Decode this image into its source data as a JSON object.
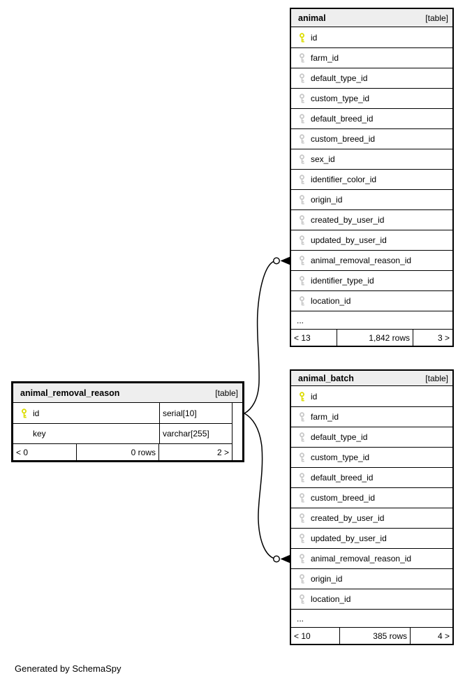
{
  "note": "Generated by SchemaSpy",
  "colors": {
    "header_bg": "#eeeeee",
    "primary_key": "#dcdc00",
    "foreign_key": "#c8c8c8",
    "border": "#000000",
    "edge": "#000000"
  },
  "tables": {
    "animal": {
      "title": "animal",
      "badge": "[table]",
      "columns": [
        {
          "name": "id",
          "icon": "primary-key-icon"
        },
        {
          "name": "farm_id",
          "icon": "foreign-key-icon"
        },
        {
          "name": "default_type_id",
          "icon": "foreign-key-icon"
        },
        {
          "name": "custom_type_id",
          "icon": "foreign-key-icon"
        },
        {
          "name": "default_breed_id",
          "icon": "foreign-key-icon"
        },
        {
          "name": "custom_breed_id",
          "icon": "foreign-key-icon"
        },
        {
          "name": "sex_id",
          "icon": "foreign-key-icon"
        },
        {
          "name": "identifier_color_id",
          "icon": "foreign-key-icon"
        },
        {
          "name": "origin_id",
          "icon": "foreign-key-icon"
        },
        {
          "name": "created_by_user_id",
          "icon": "foreign-key-icon"
        },
        {
          "name": "updated_by_user_id",
          "icon": "foreign-key-icon"
        },
        {
          "name": "animal_removal_reason_id",
          "icon": "foreign-key-icon"
        },
        {
          "name": "identifier_type_id",
          "icon": "foreign-key-icon"
        },
        {
          "name": "location_id",
          "icon": "foreign-key-icon"
        }
      ],
      "ellipsis": "...",
      "footer": {
        "left": "< 13",
        "center": "1,842 rows",
        "right": "3 >"
      }
    },
    "animal_removal_reason": {
      "title": "animal_removal_reason",
      "badge": "[table]",
      "columns": [
        {
          "name": "id",
          "type": "serial[10]",
          "icon": "primary-key-icon"
        },
        {
          "name": "key",
          "type": "varchar[255]",
          "icon": "none"
        }
      ],
      "footer": {
        "left": "< 0",
        "center": "0 rows",
        "right": "2 >"
      }
    },
    "animal_batch": {
      "title": "animal_batch",
      "badge": "[table]",
      "columns": [
        {
          "name": "id",
          "icon": "primary-key-icon"
        },
        {
          "name": "farm_id",
          "icon": "foreign-key-icon"
        },
        {
          "name": "default_type_id",
          "icon": "foreign-key-icon"
        },
        {
          "name": "custom_type_id",
          "icon": "foreign-key-icon"
        },
        {
          "name": "default_breed_id",
          "icon": "foreign-key-icon"
        },
        {
          "name": "custom_breed_id",
          "icon": "foreign-key-icon"
        },
        {
          "name": "created_by_user_id",
          "icon": "foreign-key-icon"
        },
        {
          "name": "updated_by_user_id",
          "icon": "foreign-key-icon"
        },
        {
          "name": "animal_removal_reason_id",
          "icon": "foreign-key-icon"
        },
        {
          "name": "origin_id",
          "icon": "foreign-key-icon"
        },
        {
          "name": "location_id",
          "icon": "foreign-key-icon"
        }
      ],
      "ellipsis": "...",
      "footer": {
        "left": "< 10",
        "center": "385 rows",
        "right": "4 >"
      }
    }
  },
  "relationships": [
    {
      "from": "animal_removal_reason.id",
      "to": "animal.animal_removal_reason_id",
      "marker": "open-circle-arrow"
    },
    {
      "from": "animal_removal_reason.id",
      "to": "animal_batch.animal_removal_reason_id",
      "marker": "open-circle-arrow"
    }
  ]
}
